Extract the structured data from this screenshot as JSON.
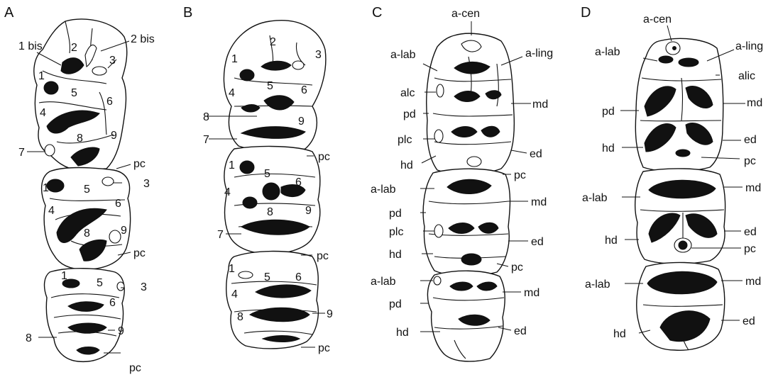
{
  "panels": {
    "A": {
      "letter": "A",
      "labels": {
        "l1bis": "1 bis",
        "l2": "2",
        "l2bis": "2 bis",
        "l3a": "3",
        "l1a": "1",
        "l5a": "5",
        "l4a": "4",
        "l6a": "6",
        "l8a": "8",
        "l9a": "9",
        "l7a": "7",
        "pc1": "pc",
        "l1b": "1",
        "l5b": "5",
        "l3b": "3",
        "l4b": "4",
        "l6b": "6",
        "l8b": "8",
        "l9b": "9",
        "pc2": "pc",
        "l1c": "1",
        "l5c": "5",
        "l3c": "3",
        "l6c": "6",
        "l8c": "8",
        "l9c": "9",
        "pc3": "pc"
      }
    },
    "B": {
      "letter": "B",
      "labels": {
        "l2": "2",
        "l3": "3",
        "l1a": "1",
        "l5a": "5",
        "l4a": "4",
        "l6a": "6",
        "l8a": "8",
        "l9a": "9",
        "l7a": "7",
        "pc1": "pc",
        "l1b": "1",
        "l5b": "5",
        "l6b": "6",
        "l4b": "4",
        "l8b": "8",
        "l9b": "9",
        "l7b": "7",
        "pc2": "pc",
        "l1c": "1",
        "l5c": "5",
        "l6c": "6",
        "l4c": "4",
        "l8c": "8",
        "l9c": "9",
        "pc3": "pc"
      }
    },
    "C": {
      "letter": "C",
      "labels": {
        "acen": "a-cen",
        "alab1": "a-lab",
        "aling": "a-ling",
        "alc": "alc",
        "md1": "md",
        "pd1": "pd",
        "plc1": "plc",
        "ed1": "ed",
        "hd1": "hd",
        "pc1": "pc",
        "alab2": "a-lab",
        "md2": "md",
        "pd2": "pd",
        "plc2": "plc",
        "ed2": "ed",
        "hd2": "hd",
        "pc2": "pc",
        "alab3": "a-lab",
        "md3": "md",
        "pd3": "pd",
        "ed3": "ed",
        "hd3": "hd"
      }
    },
    "D": {
      "letter": "D",
      "labels": {
        "acen": "a-cen",
        "alab1": "a-lab",
        "aling": "a-ling",
        "alic": "alic",
        "pd1": "pd",
        "md1": "md",
        "hd1": "hd",
        "ed1": "ed",
        "pc1": "pc",
        "alab2": "a-lab",
        "md2": "md",
        "hd2": "hd",
        "ed2": "ed",
        "pc2": "pc",
        "alab3": "a-lab",
        "md3": "md",
        "hd3": "hd",
        "ed3": "ed"
      }
    }
  }
}
